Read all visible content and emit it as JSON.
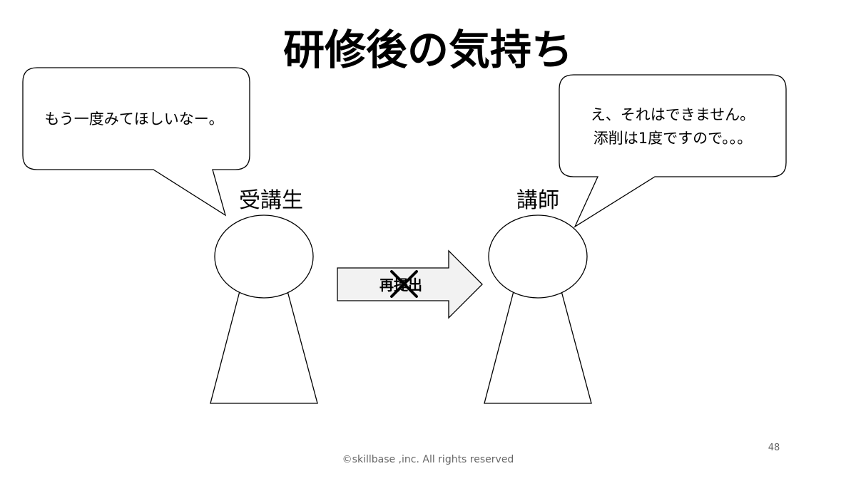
{
  "slide": {
    "title": "研修後の気持ち",
    "student": {
      "label": "受講生",
      "speech": "もう一度みてほしいなー。"
    },
    "instructor": {
      "label": "講師",
      "speech_line1": "え、それはできません。",
      "speech_line2": "添削は1度ですので。。。"
    },
    "arrow": {
      "label": "再提出",
      "crossed_out": true
    },
    "page_number": "48",
    "footer": "©skillbase ,inc. All rights reserved"
  }
}
